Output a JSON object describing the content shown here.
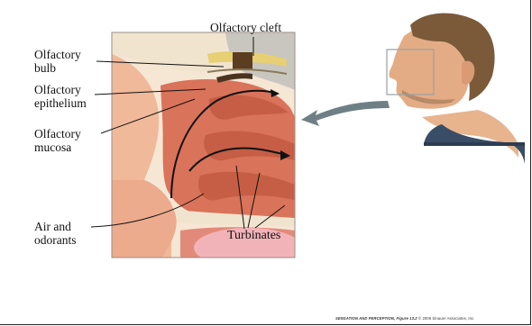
{
  "labels": {
    "olfactory_cleft": "Olfactory cleft",
    "olfactory_bulb": [
      "Olfactory",
      "bulb"
    ],
    "olfactory_epithelium": [
      "Olfactory",
      "epithelium"
    ],
    "olfactory_mucosa": [
      "Olfactory",
      "mucosa"
    ],
    "air_and_odorants": [
      "Air and",
      "odorants"
    ],
    "turbinates": "Turbinates"
  },
  "credit": {
    "title": "SENSATION AND PERCEPTION, Figure 13.2",
    "copyright": "© 2006 Sinauer Associates, Inc."
  },
  "colors": {
    "flesh": "#e9a98a",
    "tissue": "#cf6a4e",
    "bone": "#eeddc0",
    "epithelium": "#6b4a2a",
    "bulb": "#d9c26a",
    "arrow": "#6f7f86"
  }
}
